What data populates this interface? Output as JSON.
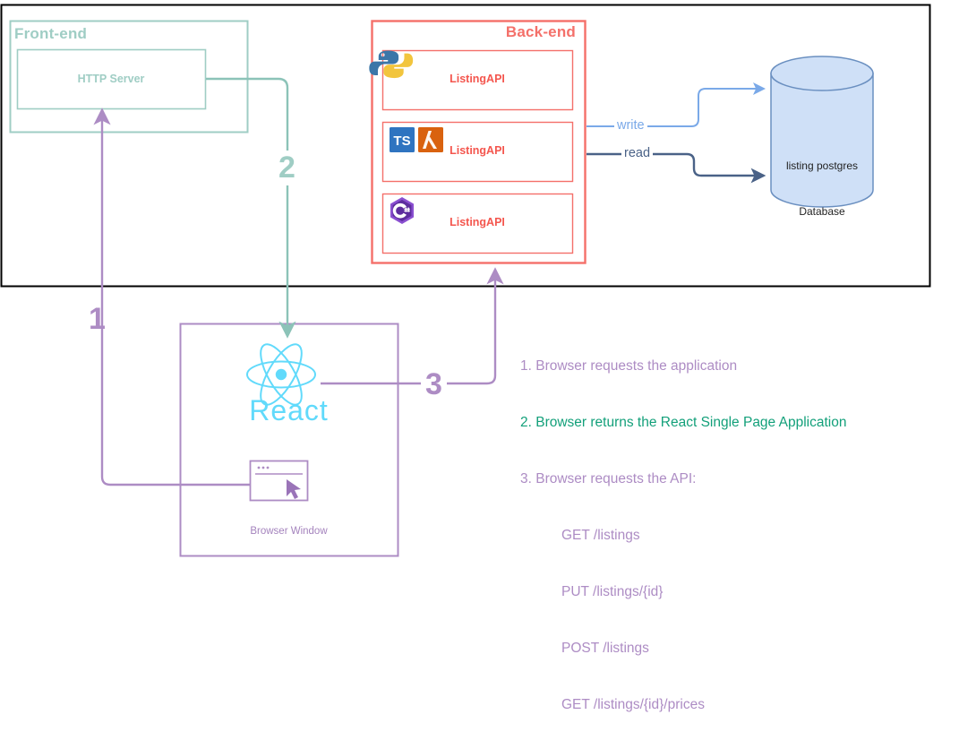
{
  "diagram": {
    "title_frontend": "Front-end",
    "title_backend": "Back-end",
    "http_server_label": "HTTP Server",
    "services": [
      {
        "name": "ListingAPI",
        "tech": [
          "python-icon"
        ]
      },
      {
        "name": "ListingAPI",
        "tech": [
          "typescript-icon",
          "aws-lambda-icon"
        ]
      },
      {
        "name": "ListingAPI",
        "tech": [
          "csharp-icon"
        ]
      }
    ],
    "database": {
      "line1": "listing postgres",
      "line2": "Database"
    },
    "edges": {
      "write_label": "write",
      "read_label": "read",
      "step1": "1",
      "step2": "2",
      "step3": "3"
    },
    "client": {
      "react_label": "React",
      "browser_window_label": "Browser Window"
    }
  },
  "legend": {
    "items": [
      {
        "text": "1. Browser requests the application",
        "highlight": false
      },
      {
        "text": "2. Browser returns the React Single Page Application",
        "highlight": true
      },
      {
        "text": "3. Browser requests the API:",
        "highlight": false
      }
    ],
    "endpoints": [
      "GET /listings",
      "PUT /listings/{id}",
      "POST /listings",
      "GET /listings/{id}/prices"
    ]
  },
  "colors": {
    "frontend": "#9fcdc4",
    "backend": "#f4706a",
    "purple": "#ad8cc4",
    "green_text": "#13a07a",
    "write_blue": "#7aa9e8",
    "read_navy": "#4a6287",
    "db_fill": "#cfe0f7",
    "db_stroke": "#6a8fc0",
    "react_cyan": "#61dafb",
    "outer_border": "#000000"
  }
}
